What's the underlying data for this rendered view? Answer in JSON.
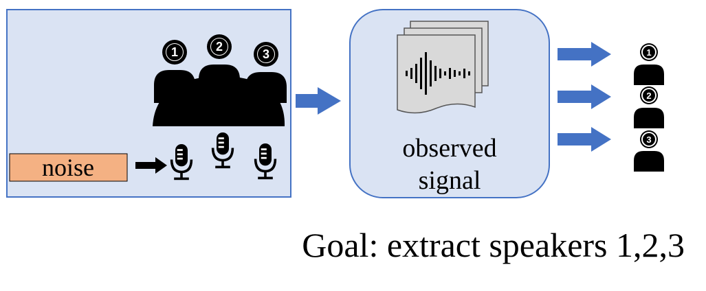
{
  "diagram": {
    "noise_label": "noise",
    "speaker_numbers": [
      "1",
      "2",
      "3"
    ],
    "observed_line1": "observed",
    "observed_line2": "signal",
    "goal_text": "Goal: extract speakers 1,2,3",
    "colors": {
      "scene_fill": "#dae3f3",
      "scene_border": "#4472c4",
      "noise_fill": "#f4b183",
      "arrow_blue": "#4472c4",
      "icon_black": "#000000",
      "document_fill": "#d9d9d9"
    },
    "icons": {
      "speakers": "person-icon",
      "microphones": "microphone-icon",
      "signal": "audio-waveform-icon",
      "documents": "stacked-document-icon"
    }
  }
}
